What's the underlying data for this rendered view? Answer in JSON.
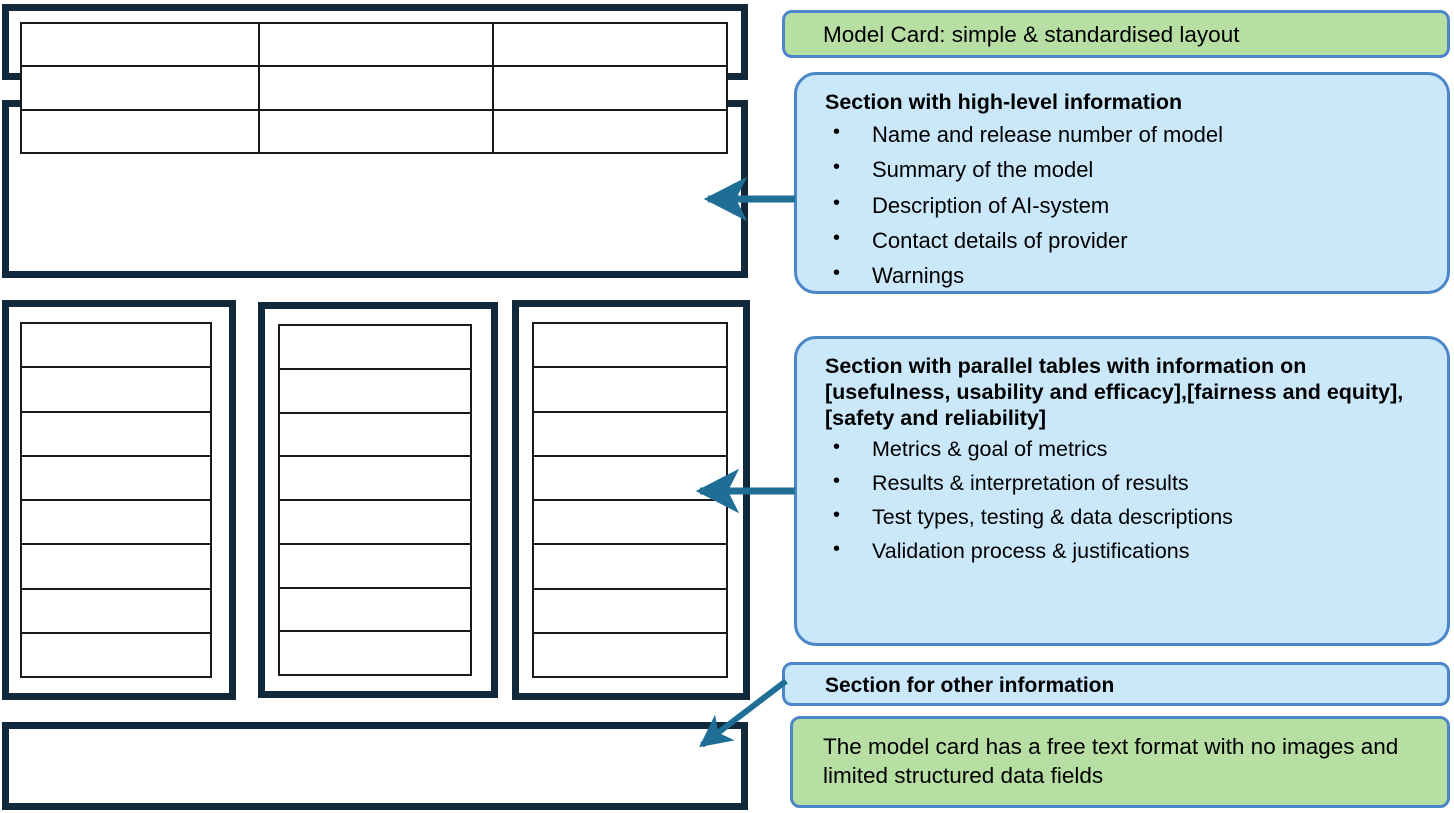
{
  "diagram": {
    "title": "Model Card",
    "header_table": {
      "rows": 3,
      "cols": 3
    },
    "column_tables": [
      {
        "rows": 8
      },
      {
        "rows": 8
      },
      {
        "rows": 8
      }
    ],
    "footer_section": {
      "text": ""
    }
  },
  "annotations": {
    "top_banner": {
      "text": "Model Card: simple & standardised layout",
      "fill": "#b8dfa3",
      "stroke": "#4a86c8"
    },
    "high_level": {
      "heading": "Section with high-level information",
      "bullets": [
        "Name and release number of  model",
        "Summary of the model",
        "Description of AI-system",
        "Contact details of provider",
        "Warnings"
      ],
      "fill": "#cbe8fa",
      "stroke": "#4a86c8"
    },
    "parallel_tables": {
      "heading": "Section with parallel tables with information on [usefulness, usability and efficacy],[fairness and equity],[safety and reliability]",
      "bullets": [
        "Metrics & goal of metrics",
        "Results & interpretation of results",
        "Test types, testing & data descriptions",
        "Validation process & justifications"
      ],
      "fill": "#cbe8fa",
      "stroke": "#4a86c8"
    },
    "other_information": {
      "heading": "Section for other information",
      "fill": "#cbe8fa",
      "stroke": "#4a86c8"
    },
    "free_text_note": {
      "text": "The model card has a free text format with no images and  limited structured data fields",
      "fill": "#b8dfa3",
      "stroke": "#4a86c8"
    }
  },
  "colors": {
    "document_border": "#11293a",
    "table_line": "#1a1a1a",
    "arrow": "#1f6e96",
    "callout_blue": "#cbe8fa",
    "callout_green": "#b8dfa3",
    "callout_stroke": "#4a86c8"
  }
}
